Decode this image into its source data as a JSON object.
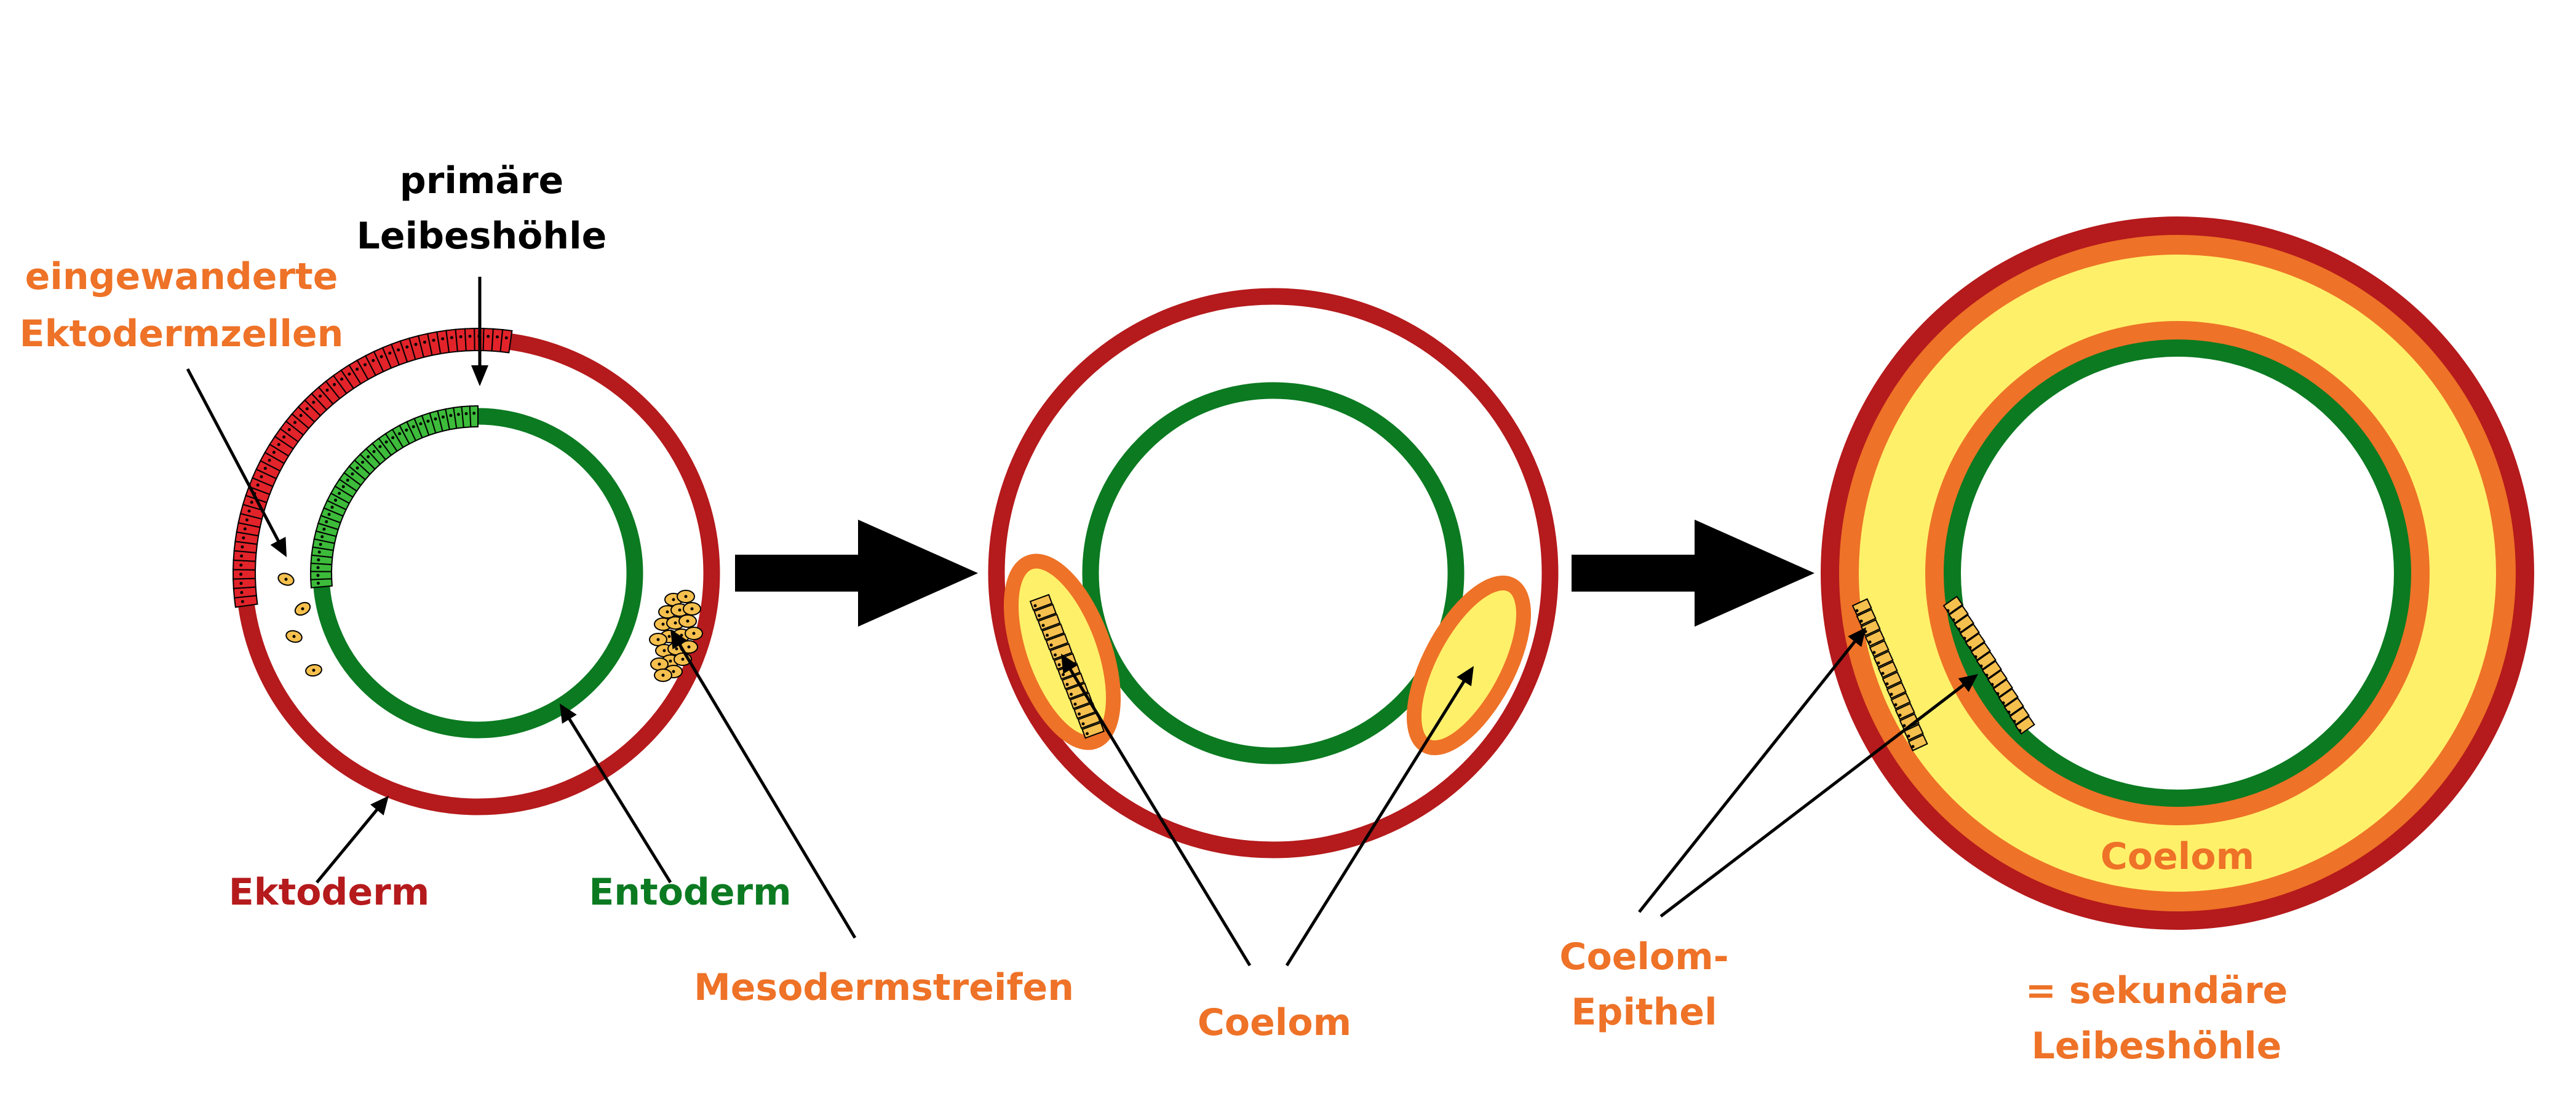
{
  "colors": {
    "ectoderm": "#b51a1c",
    "entoderm": "#0b7a21",
    "mesoderm": "#ee7227",
    "coelom_fill": "#fff06a",
    "cell_fill": "#f6c04e",
    "ento_cell": "#3dbb3a",
    "ecto_cell": "#e2232a",
    "label_orange": "#ee7227",
    "arrow": "#000000"
  },
  "labels": {
    "primary_cavity_line1": "primäre",
    "primary_cavity_line2": "Leibeshöhle",
    "migrated_line1": "eingewanderte",
    "migrated_line2": "Ektodermzellen",
    "ektoderm": "Ektoderm",
    "entoderm": "Entoderm",
    "mesodermstreifen": "Mesodermstreifen",
    "coelom_stage2": "Coelom",
    "coelom_stage3": "Coelom",
    "epithel_line1": "Coelom-",
    "epithel_line2": "Epithel",
    "secondary_line1": "= sekundäre",
    "secondary_line2": "Leibeshöhle"
  }
}
